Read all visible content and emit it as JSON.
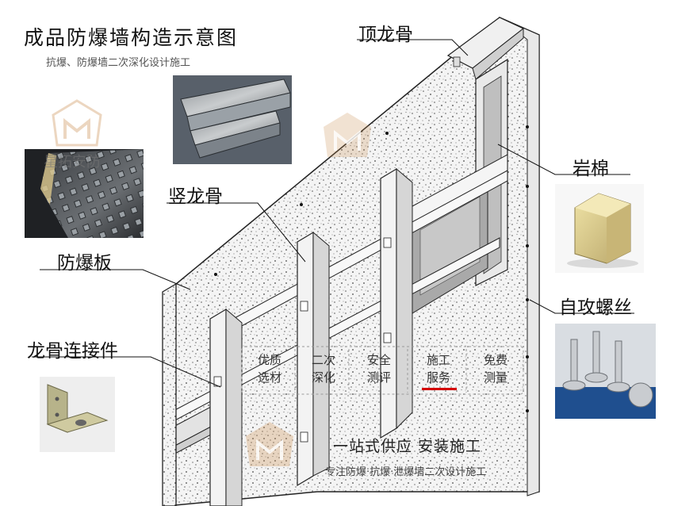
{
  "header": {
    "title": "成品防爆墙构造示意图",
    "subtitle": "抗爆、防爆墙二次深化设计施工"
  },
  "labels": {
    "top_keel": "顶龙骨",
    "rock_wool": "岩棉",
    "vertical_keel": "竖龙骨",
    "blast_panel": "防爆板",
    "self_tapping_screw": "自攻螺丝",
    "keel_connector": "龙骨连接件"
  },
  "services": [
    {
      "line1": "优质",
      "line2": "选材"
    },
    {
      "line1": "二次",
      "line2": "深化"
    },
    {
      "line1": "安全",
      "line2": "测评"
    },
    {
      "line1": "施工",
      "line2": "服务"
    },
    {
      "line1": "免费",
      "line2": "测量"
    }
  ],
  "footer": {
    "slogan": "一站式供应  安装施工",
    "note": "专注防爆·抗爆·泄爆墙二次设计施工"
  },
  "watermark": {
    "text": "星拓安防"
  },
  "colors": {
    "accent_underline": "#d40000",
    "watermark": "#c98a4a"
  }
}
